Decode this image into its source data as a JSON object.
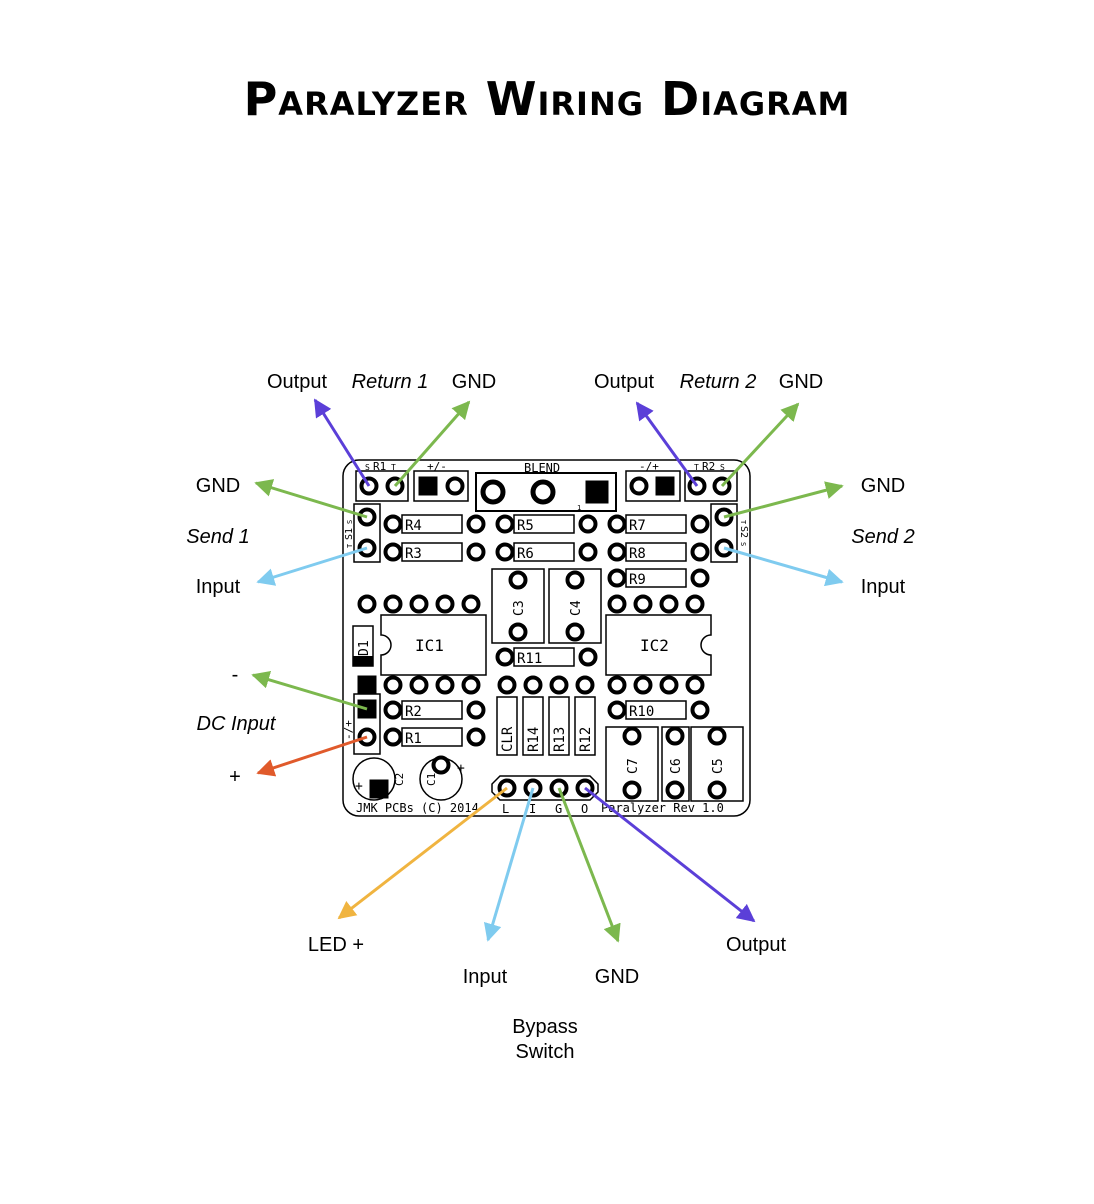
{
  "title": "Paralyzer Wiring Diagram",
  "colors": {
    "purple": "#5b3fd8",
    "green": "#7cb84e",
    "blue": "#7fcbef",
    "orange": "#e05a2b",
    "yellow": "#f0b440"
  },
  "labels": {
    "return1_output": "Output",
    "return1_name": "Return 1",
    "return1_gnd": "GND",
    "return2_output": "Output",
    "return2_name": "Return 2",
    "return2_gnd": "GND",
    "send1_gnd": "GND",
    "send1_name": "Send 1",
    "send1_input": "Input",
    "send2_gnd": "GND",
    "send2_name": "Send 2",
    "send2_input": "Input",
    "dc_minus": "-",
    "dc_name": "DC Input",
    "dc_plus": "+",
    "led_plus": "LED +",
    "bypass_input": "Input",
    "bypass_gnd": "GND",
    "bypass_output": "Output",
    "bypass_line1": "Bypass",
    "bypass_line2": "Switch"
  },
  "board": {
    "r1": "R1",
    "r1_s": "S",
    "r1_t": "T",
    "r2": "R2",
    "r2_s": "S",
    "r2_t": "T",
    "pm1": "+/-",
    "pm2": "-/+",
    "pm3": "-/+",
    "blend": "BLEND",
    "blend_pin": "1",
    "s1": "S1",
    "s2": "S2",
    "s1_t": "T",
    "s1_s": "S",
    "s2_t": "T",
    "s2_s": "S",
    "r3": "R3",
    "r4": "R4",
    "r5": "R5",
    "r6": "R6",
    "r7": "R7",
    "r8": "R8",
    "r9": "R9",
    "r10": "R10",
    "r11": "R11",
    "r12": "R12",
    "r13": "R13",
    "r14": "R14",
    "r1b": "R1",
    "r2b": "R2",
    "clr": "CLR",
    "c1": "C1",
    "c2": "C2",
    "c3": "C3",
    "c4": "C4",
    "c5": "C5",
    "c6": "C6",
    "c7": "C7",
    "ic1": "IC1",
    "ic2": "IC2",
    "d1": "D1",
    "plus": "+",
    "sw_l": "L",
    "sw_i": "I",
    "sw_g": "G",
    "sw_o": "O",
    "footer_left": "JMK PCBs (C) 2014",
    "footer_right": "Paralyzer Rev 1.0"
  }
}
